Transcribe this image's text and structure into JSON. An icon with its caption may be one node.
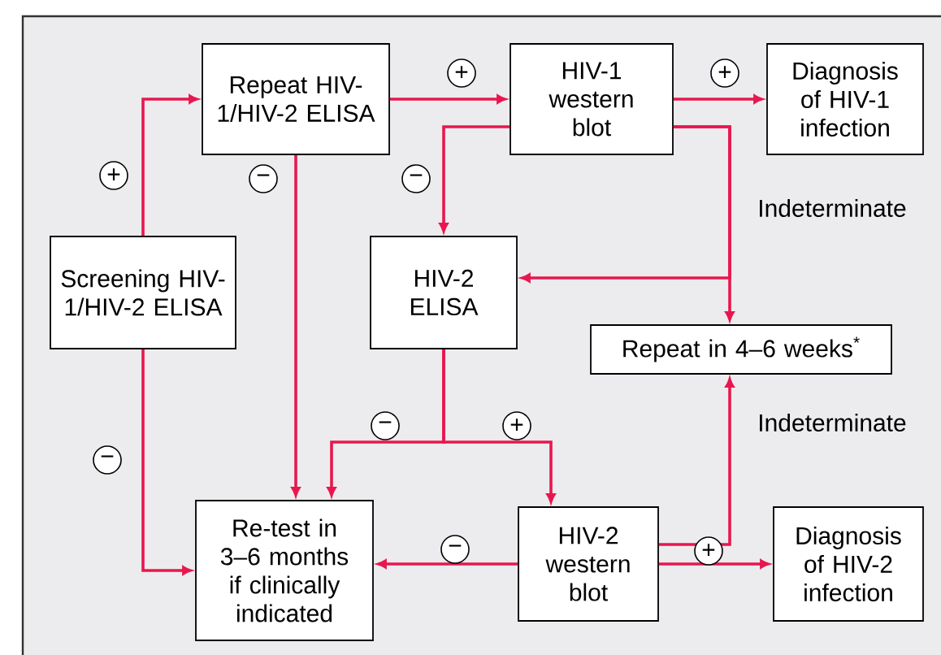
{
  "diagram": {
    "nodes": [
      {
        "text": [
          "Screening HIV-1/HIV-2 ELISA"
        ]
      },
      {
        "text": [
          "Repeat HIV-1/HIV-2 ELISA"
        ]
      },
      {
        "text": [
          "HIV-1 western blot"
        ]
      },
      {
        "text": [
          "Diagnosis of HIV-1 infection"
        ]
      },
      {
        "text": [
          "HIV-2 ELISA"
        ]
      },
      {
        "text": [
          "Repeat in 4–6 weeks$^{*}$"
        ]
      },
      {
        "text": [
          "Re-test in 3–6 months if clinically indicated"
        ]
      },
      {
        "text": [
          "HIV-2 western blot"
        ]
      },
      {
        "text": [
          "Diagnosis of HIV-2 infection"
        ]
      }
    ],
    "edges": [
      {
        "from": 0,
        "to": 1,
        "arrow": "to",
        "label": "+"
      },
      {
        "from": 0,
        "to": 6,
        "arrow": "to",
        "label": "−"
      },
      {
        "from": 1,
        "to": 2,
        "arrow": "to",
        "label": "+"
      },
      {
        "from": 1,
        "to": 6,
        "arrow": "to",
        "label": "−"
      },
      {
        "from": 2,
        "to": 3,
        "arrow": "to",
        "label": "+"
      },
      {
        "from": 2,
        "to": 4,
        "arrow": "to",
        "label": "−"
      },
      {
        "from": 2,
        "to": 4,
        "arrow": "to"
      },
      {
        "from": 2,
        "to": 5,
        "arrow": "to",
        "label": "Indeterminate"
      },
      {
        "from": 4,
        "to": 6,
        "arrow": "to",
        "label": "−"
      },
      {
        "from": 4,
        "to": 7,
        "arrow": "to",
        "label": "+"
      },
      {
        "from": 7,
        "to": 6,
        "arrow": "to",
        "label": "−"
      },
      {
        "from": 7,
        "to": 8,
        "arrow": "to",
        "label": "+"
      },
      {
        "from": 7,
        "to": 5,
        "arrow": "to",
        "label": "Indeterminate"
      }
    ]
  }
}
